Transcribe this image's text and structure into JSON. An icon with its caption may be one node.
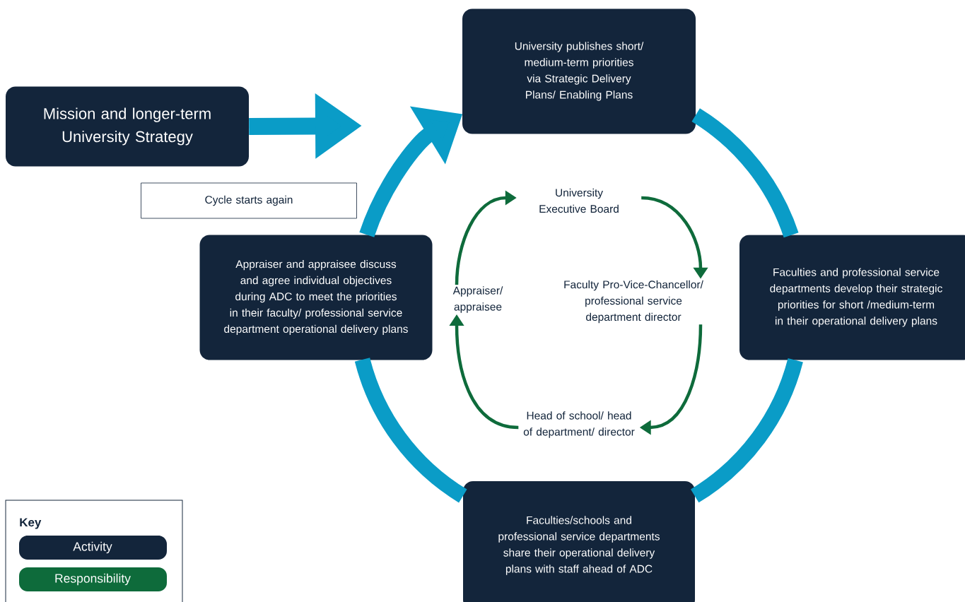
{
  "diagram": {
    "nodes": [
      {
        "text": [
          "Mission and longer-term University Strategy"
        ]
      },
      {
        "text": [
          "University publishes short/ medium-term priorities via Strategic Delivery Plans/ Enabling Plans"
        ]
      },
      {
        "text": [
          "Faculties and professional service departments develop their strategic priorities for short /medium-term in their operational delivery plans"
        ]
      },
      {
        "text": [
          "Faculties/schools and professional service departments share their operational delivery plans with staff ahead of ADC"
        ]
      },
      {
        "text": [
          "Appraiser and appraisee discuss and agree individual objectives during ADC to meet the priorities in their faculty/ professional service department operational delivery plans"
        ]
      },
      {
        "text": [
          "Cycle starts again"
        ]
      },
      {
        "text": [
          "University Executive Board"
        ]
      },
      {
        "text": [
          "Faculty Pro-Vice-Chancellor/ professional service department director"
        ]
      },
      {
        "text": [
          "Head of school/ head of department/ director"
        ]
      },
      {
        "text": [
          "Appraiser/ appraisee"
        ]
      }
    ],
    "edges": [
      {
        "from": 0,
        "to": null,
        "arrow": "to"
      },
      {
        "from": 1,
        "to": 2,
        "arrow": "none"
      },
      {
        "from": 2,
        "to": 3,
        "arrow": "none"
      },
      {
        "from": 3,
        "to": 4,
        "arrow": "none"
      },
      {
        "from": 4,
        "to": 1,
        "arrow": "to"
      },
      {
        "from": 9,
        "to": 6,
        "arrow": "to",
        "color": "#0e6b3b"
      },
      {
        "from": 6,
        "to": 7,
        "arrow": "to",
        "color": "#0e6b3b"
      },
      {
        "from": 7,
        "to": 8,
        "arrow": "to",
        "color": "#0e6b3b"
      },
      {
        "from": 8,
        "to": 9,
        "arrow": "to",
        "color": "#0e6b3b"
      }
    ],
    "labels": [
      "Key"
    ],
    "legend": [
      {
        "text": "Activity",
        "color": "#13253b"
      },
      {
        "text": "Responsibility",
        "color": "#0e6b3b"
      }
    ]
  }
}
